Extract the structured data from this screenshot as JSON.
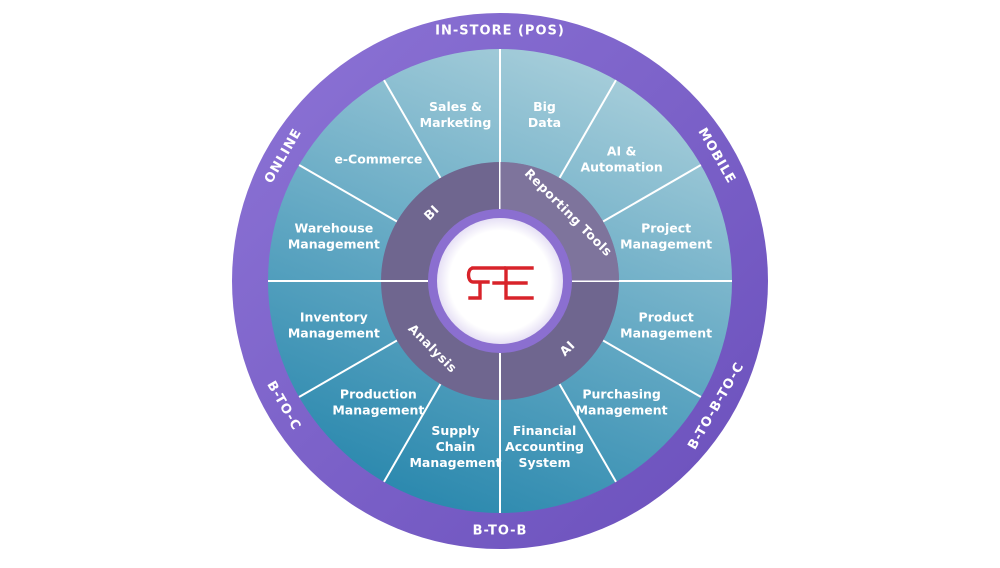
{
  "diagram": {
    "colors": {
      "outer_ring": "#7a5fc7",
      "segment_top": "#9bc6d3",
      "segment_bottom": "#2d8db2",
      "inner_ring": "#6e6490",
      "logo": "#d8232a",
      "center_ring": "#8b6fd0"
    },
    "outer_labels": [
      {
        "text": "IN-STORE (POS)"
      },
      {
        "text": "MOBILE"
      },
      {
        "text": "B-TO-B-TO-C"
      },
      {
        "text": "B-TO-B"
      },
      {
        "text": "B-TO-C"
      },
      {
        "text": "ONLINE"
      }
    ],
    "segments": [
      {
        "lines": [
          "Big",
          "Data"
        ]
      },
      {
        "lines": [
          "AI &",
          "Automation"
        ]
      },
      {
        "lines": [
          "Project",
          "Management"
        ]
      },
      {
        "lines": [
          "Product",
          "Management"
        ]
      },
      {
        "lines": [
          "Purchasing",
          "Management"
        ]
      },
      {
        "lines": [
          "Financial",
          "Accounting",
          "System"
        ]
      },
      {
        "lines": [
          "Supply",
          "Chain",
          "Management"
        ]
      },
      {
        "lines": [
          "Production",
          "Management"
        ]
      },
      {
        "lines": [
          "Inventory",
          "Management"
        ]
      },
      {
        "lines": [
          "Warehouse",
          "Management"
        ]
      },
      {
        "lines": [
          "e-Commerce"
        ]
      },
      {
        "lines": [
          "Sales &",
          "Marketing"
        ]
      }
    ],
    "inner_sections": [
      {
        "text": "Reporting Tools"
      },
      {
        "text": "AI"
      },
      {
        "text": "Analysis"
      },
      {
        "text": "BI"
      }
    ],
    "logo": {
      "icon": "re-logo-icon"
    }
  }
}
